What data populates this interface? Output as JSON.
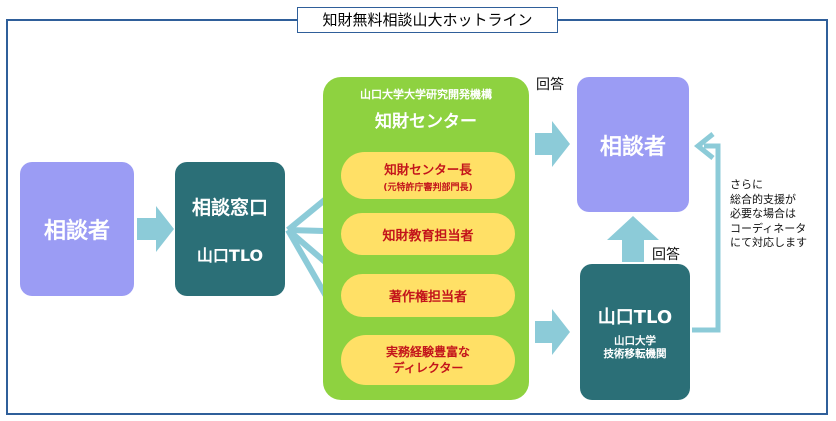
{
  "title": "知財無料相談山大ホットライン",
  "consultant_left": "相談者",
  "window": {
    "line1": "相談窓口",
    "line2": "山口TLO"
  },
  "center": {
    "org": "山口大学大学研究開発機構",
    "name": "知財センター",
    "roles": [
      {
        "main": "知財センター長",
        "sub": "(元特許庁審判部門長)"
      },
      {
        "main": "知財教育担当者"
      },
      {
        "main": "著作権担当者"
      },
      {
        "line1": "実務経験豊富な",
        "line2": "ディレクター"
      }
    ]
  },
  "consultant_right": "相談者",
  "tlo": {
    "line1": "山口TLO",
    "line2": "山口大学",
    "line3": "技術移転機関"
  },
  "answer_top": "回答",
  "answer_mid": "回答",
  "side_note": "さらに\n総合的支援が\n必要な場合は\nコーディネータ\nにて対応します",
  "colors": {
    "frame": "#2f5f9a",
    "consultant": "#9b9cf4",
    "tlo": "#2b6f77",
    "center": "#8ed240",
    "role_pill": "#ffe066",
    "role_text": "#c3141b",
    "arrow": "#8ccbd8"
  }
}
